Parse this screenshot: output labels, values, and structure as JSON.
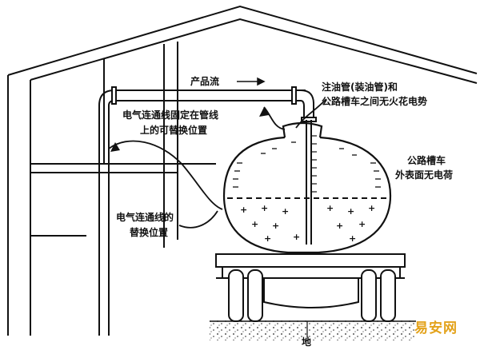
{
  "labels": {
    "product_flow": "产品流",
    "fill_pipe_line1": "注油管(装油管)和",
    "fill_pipe_line2": "公路槽车之间无火花电势",
    "bond_fixed_line1": "电气连通线固定在管线",
    "bond_fixed_line2": "上的可替换位置",
    "tank_surface_line1": "公路槽车",
    "tank_surface_line2": "外表面无电荷",
    "bond_alt_line1": "电气连通线的",
    "bond_alt_line2": "替换位置",
    "ground": "地"
  },
  "watermark": {
    "text": "易安网",
    "color": "#e3a21a"
  },
  "colors": {
    "line": "#111111",
    "background": "#ffffff"
  }
}
